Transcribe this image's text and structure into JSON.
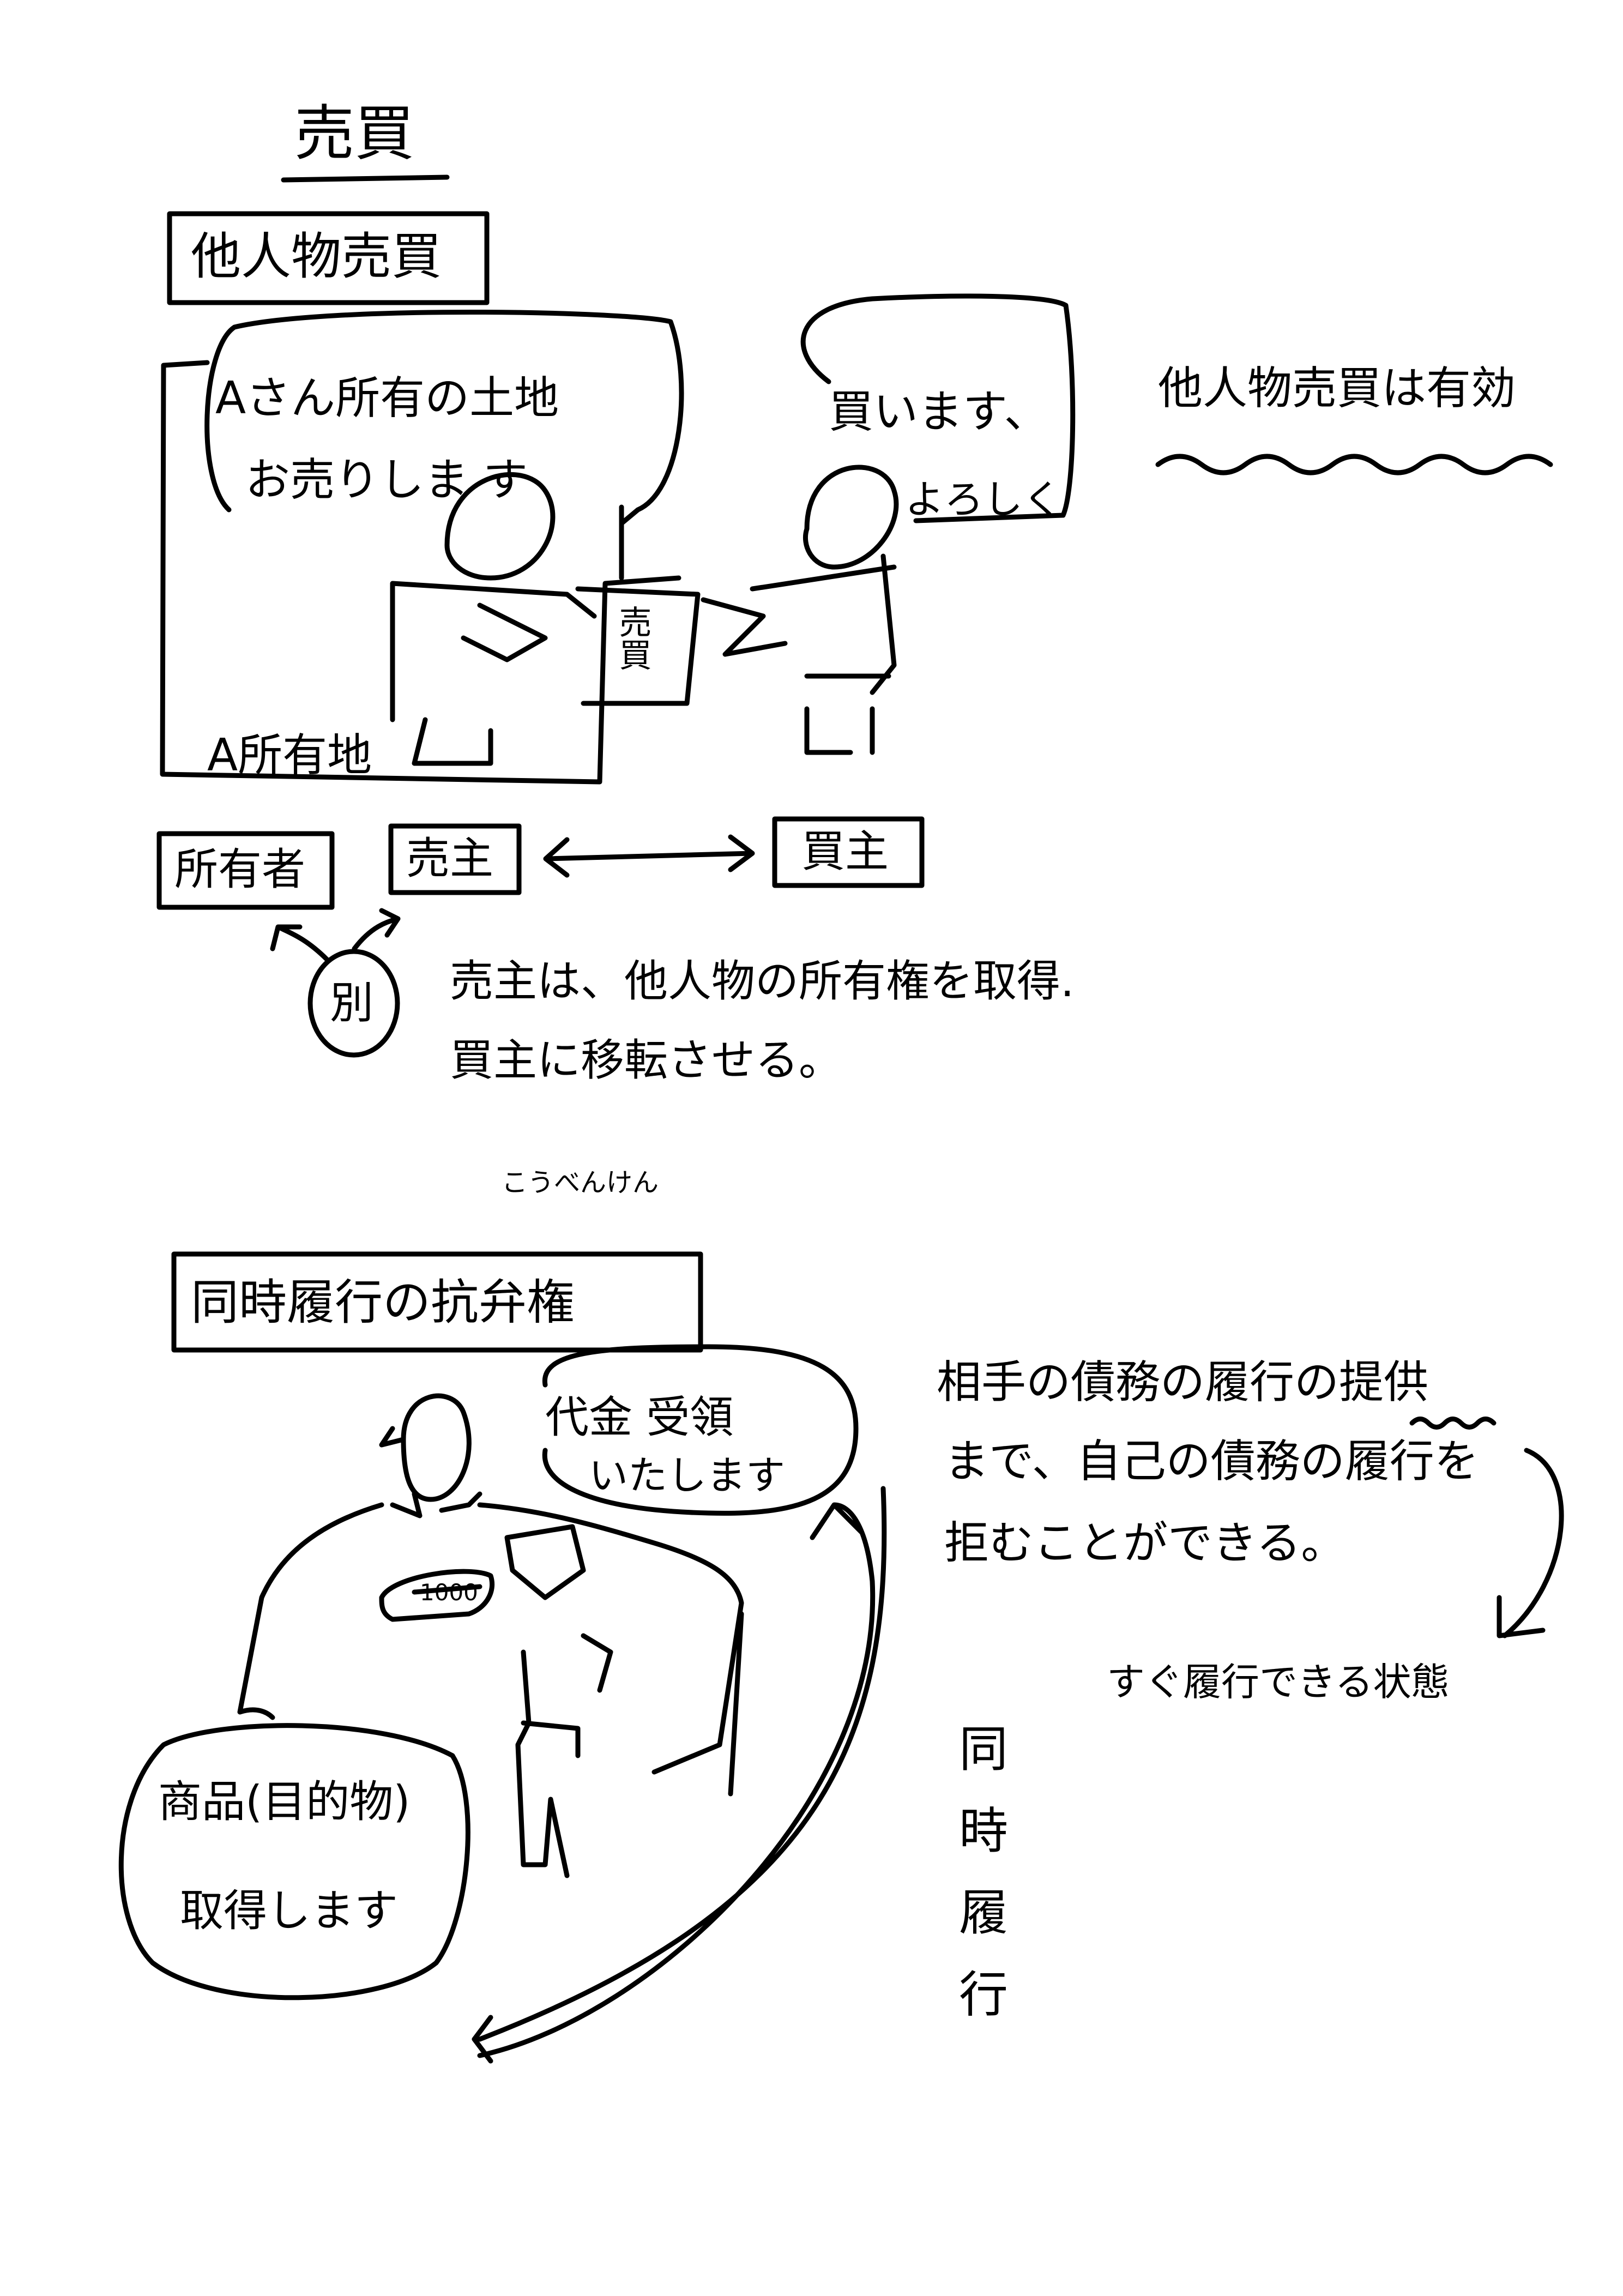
{
  "section1": {
    "title": "売買",
    "heading": "他人物売買",
    "seller_speech": [
      "Aさん所有の土地",
      "お売りしま す"
    ],
    "buyer_speech": [
      "買います、",
      "よろしく"
    ],
    "land_label": "A所有地",
    "contract_paper": "売買",
    "note": "他人物売買は有効",
    "roles": {
      "owner": "所有者",
      "seller": "売主",
      "buyer": "買主"
    },
    "separate_label": "別",
    "explanation": [
      "売主は、他人物の所有権を取得.",
      "買主に移転させる。"
    ]
  },
  "section2": {
    "furigana": "こうべんけん",
    "heading": "同時履行の抗弁権",
    "seller_speech": [
      "代金 受領",
      "いたします"
    ],
    "buyer_speech": [
      "商品(目的物)",
      "取得します"
    ],
    "money_label": "1000",
    "explanation": [
      "相手の債務の履行の提供",
      "まで、自己の債務の履行を",
      "拒むことができる。"
    ],
    "annotation": "すぐ履行できる状態",
    "vertical_label": "同時履行"
  }
}
